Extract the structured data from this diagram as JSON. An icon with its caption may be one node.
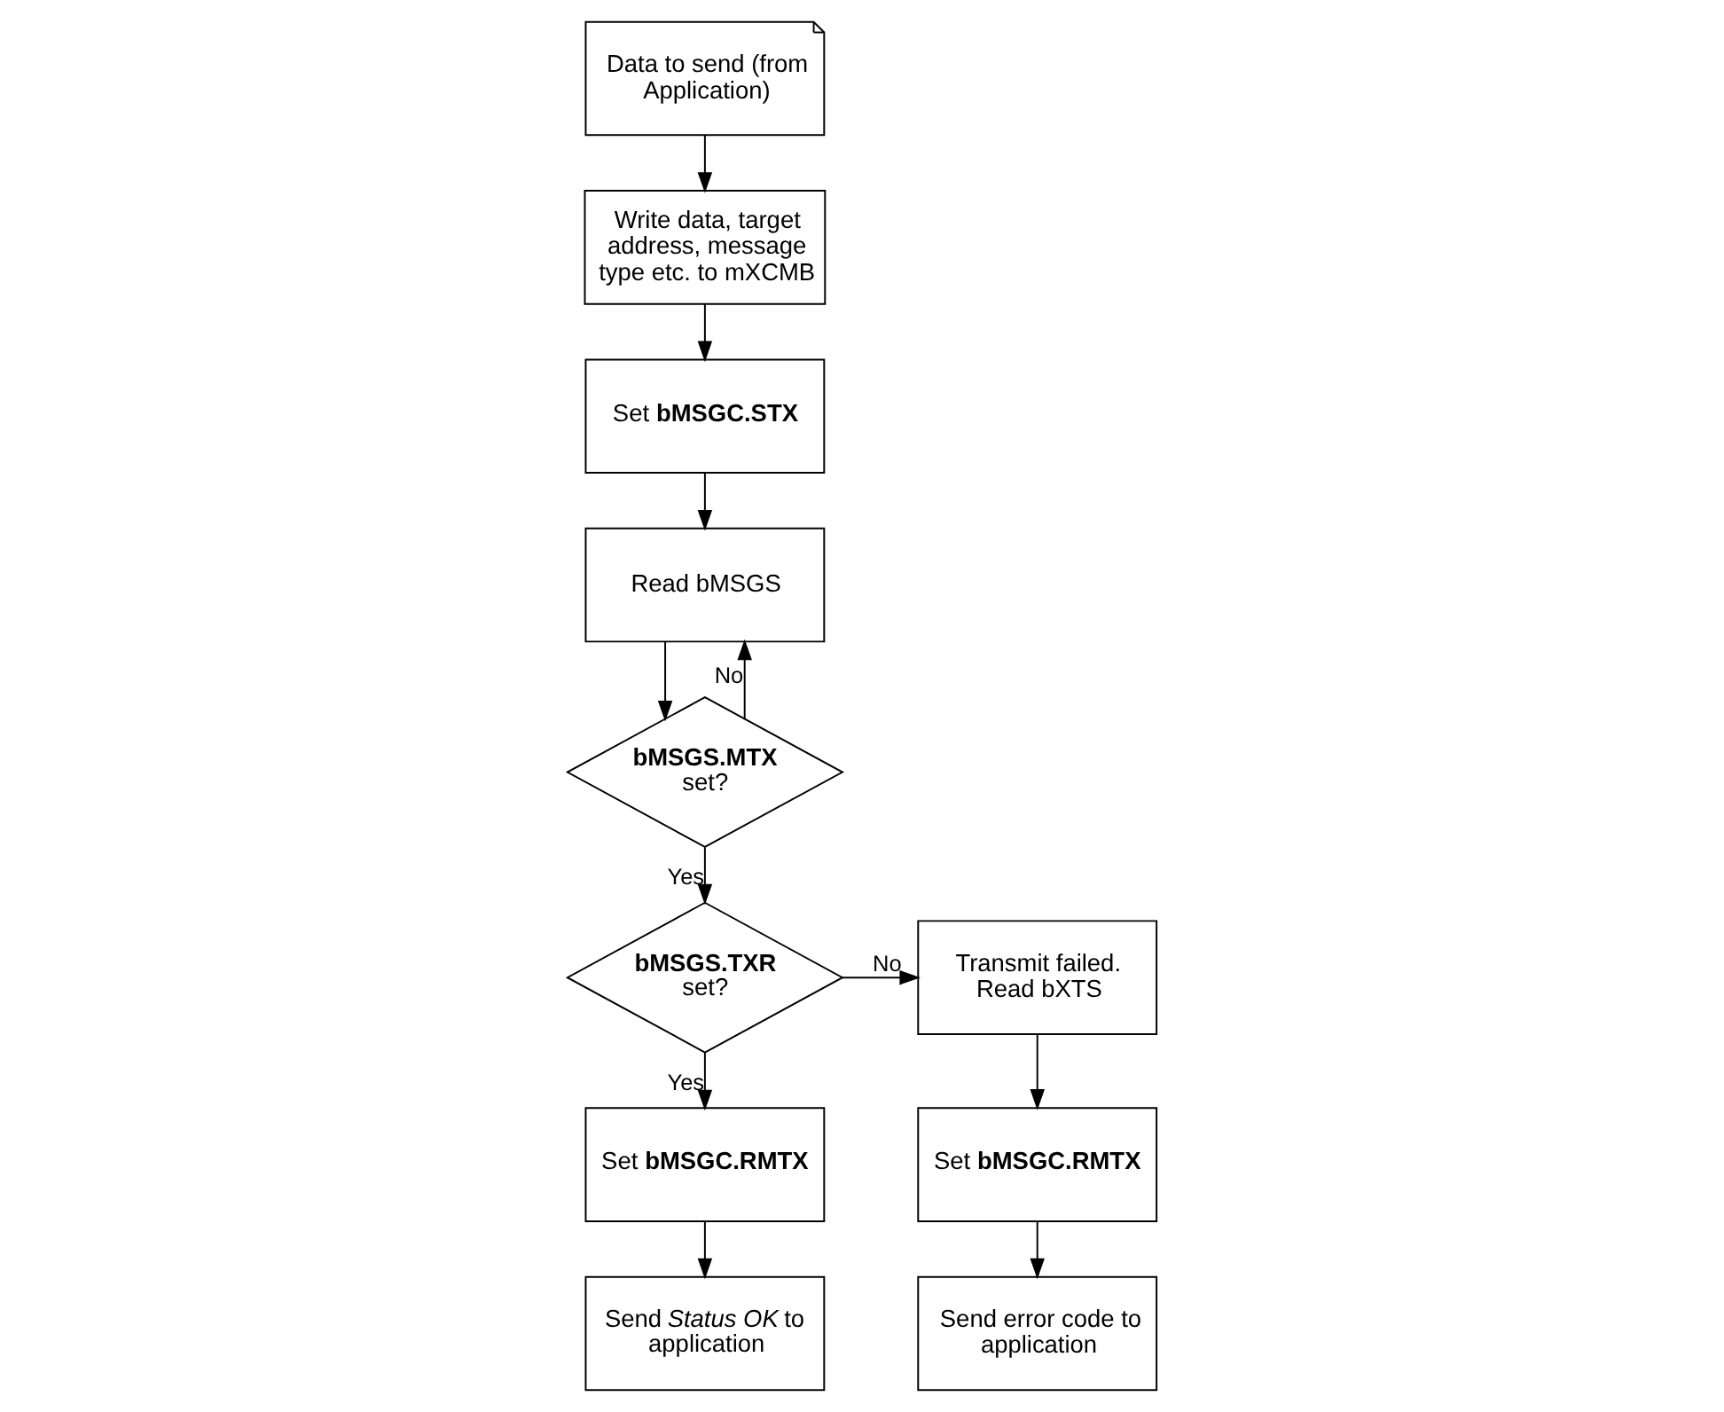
{
  "diagram": {
    "nodes": [
      {
        "text": [
          "Data to send (from Application)"
        ]
      },
      {
        "text": [
          "Write data, target address, message type etc. to mXCMB"
        ]
      },
      {
        "text": [
          "Set **bMSGC.STX**"
        ]
      },
      {
        "text": [
          "Read bMSGS"
        ]
      },
      {
        "text": [
          "**bMSGS.MTX** set?"
        ]
      },
      {
        "text": [
          "**bMSGS.TXR** set?"
        ]
      },
      {
        "text": [
          "Transmit failed. Read bXTS"
        ]
      },
      {
        "text": [
          "Set **bMSGC.RMTX**"
        ]
      },
      {
        "text": [
          "Set **bMSGC.RMTX**"
        ]
      },
      {
        "text": [
          "Send *Status OK* to application"
        ]
      },
      {
        "text": [
          "Send error code to application"
        ]
      }
    ],
    "edges": [
      {
        "from": 0,
        "to": 1,
        "arrow": "to"
      },
      {
        "from": 1,
        "to": 2,
        "arrow": "to"
      },
      {
        "from": 2,
        "to": 3,
        "arrow": "to"
      },
      {
        "from": 3,
        "to": 4,
        "arrow": "to"
      },
      {
        "from": 4,
        "to": 3,
        "arrow": "to",
        "label": "No"
      },
      {
        "from": 4,
        "to": 5,
        "arrow": "to",
        "label": "Yes"
      },
      {
        "from": 5,
        "to": 6,
        "arrow": "to",
        "label": "No"
      },
      {
        "from": 5,
        "to": 7,
        "arrow": "to",
        "label": "Yes"
      },
      {
        "from": 7,
        "to": 9,
        "arrow": "to"
      },
      {
        "from": 6,
        "to": 8,
        "arrow": "to"
      },
      {
        "from": 8,
        "to": 10,
        "arrow": "to"
      }
    ]
  }
}
